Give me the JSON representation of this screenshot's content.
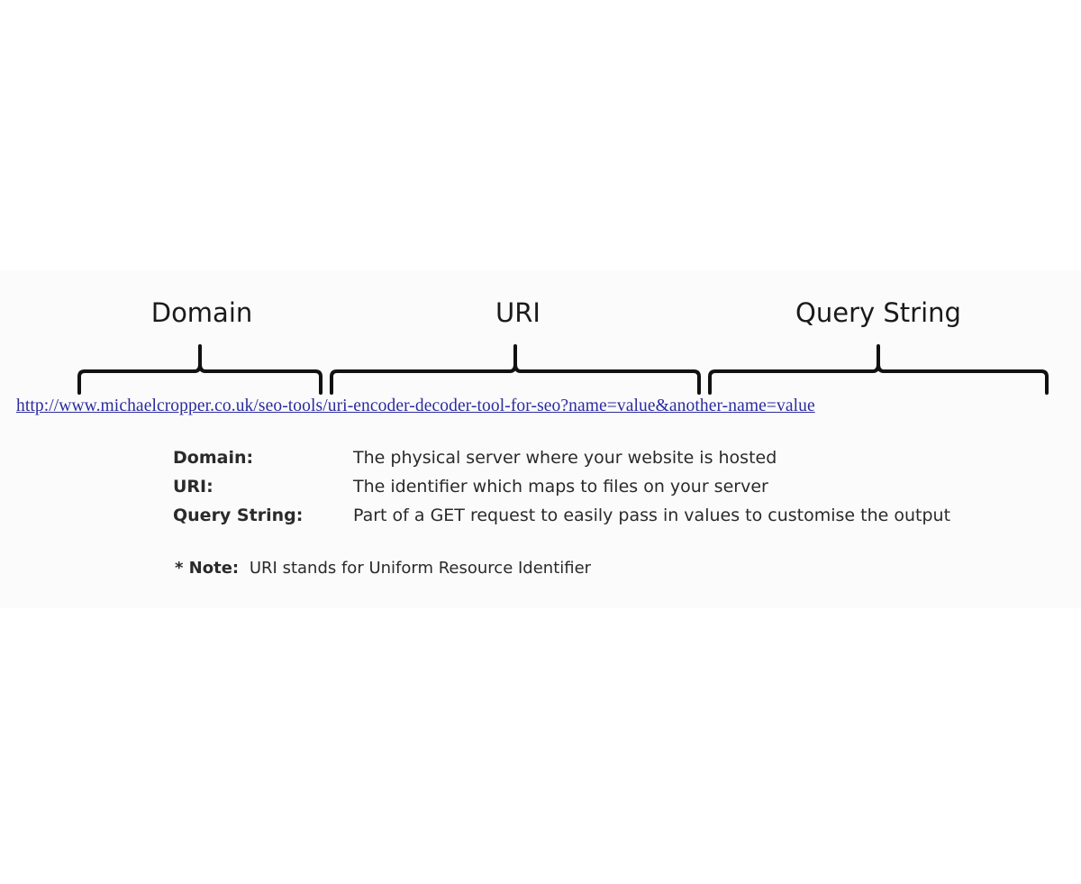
{
  "diagram": {
    "segments": {
      "domain": "Domain",
      "uri": "URI",
      "query": "Query String"
    },
    "url": {
      "domain_part": "http://www.michaelcropper.co.uk/",
      "uri_part": "seo-tools/uri-encoder-decoder-tool-for-seo",
      "query_part": "?name=value&another-name=value"
    },
    "definitions": [
      {
        "term": "Domain:",
        "description": "The physical server where your website is hosted"
      },
      {
        "term": "URI:",
        "description": "The identifier which maps to files on your server"
      },
      {
        "term": "Query String:",
        "description": "Part of a GET request to easily pass in values to customise the output"
      }
    ],
    "note": {
      "prefix": "* Note:",
      "text": "URI stands for Uniform Resource Identifier"
    }
  }
}
